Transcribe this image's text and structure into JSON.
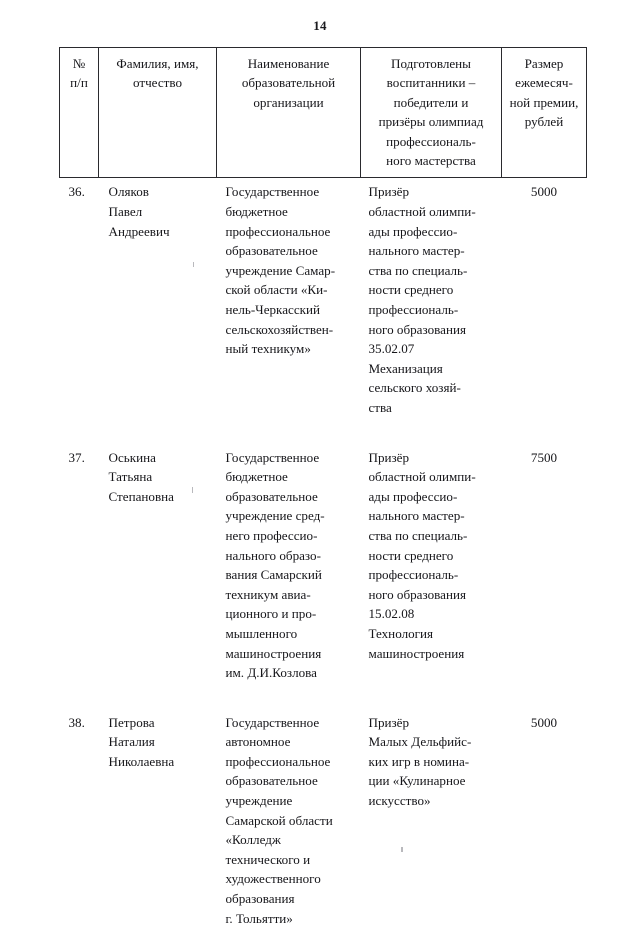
{
  "page": {
    "number": "14"
  },
  "table": {
    "columns": [
      {
        "key": "num",
        "header_lines": [
          "№",
          "п/п"
        ]
      },
      {
        "key": "name",
        "header_lines": [
          "Фамилия, имя,",
          "отчество"
        ]
      },
      {
        "key": "org",
        "header_lines": [
          "Наименование",
          "образовательной",
          "организации"
        ]
      },
      {
        "key": "ach",
        "header_lines": [
          "Подготовлены",
          "воспитанники –",
          "победители и",
          "призёры олимпиад",
          "профессиональ-",
          "ного мастерства"
        ]
      },
      {
        "key": "amount",
        "header_lines": [
          "Размер",
          "ежемесяч-",
          "ной премии,",
          "рублей"
        ]
      }
    ],
    "rows": [
      {
        "num": "36.",
        "name_lines": [
          "Оляков",
          "Павел",
          "Андреевич"
        ],
        "org_lines": [
          "Государственное",
          "бюджетное",
          "профессиональное",
          "образовательное",
          "учреждение Самар-",
          "ской области «Ки-",
          "нель-Черкасский",
          "сельскохозяйствен-",
          "ный техникум»"
        ],
        "ach_lines": [
          "Призёр",
          "областной олимпи-",
          "ады профессио-",
          "нального мастер-",
          "ства по специаль-",
          "ности среднего",
          "профессиональ-",
          "ного образования",
          "35.02.07",
          "Механизация",
          "сельского хозяй-",
          "ства"
        ],
        "amount": "5000"
      },
      {
        "num": "37.",
        "name_lines": [
          "Оськина",
          "Татьяна",
          "Степановна"
        ],
        "org_lines": [
          "Государственное",
          "бюджетное",
          "образовательное",
          "учреждение сред-",
          "него профессио-",
          "нального образо-",
          "вания Самарский",
          "техникум авиа-",
          "ционного и про-",
          "мышленного",
          "машиностроения",
          "им. Д.И.Козлова"
        ],
        "ach_lines": [
          "Призёр",
          "областной олимпи-",
          "ады профессио-",
          "нального мастер-",
          "ства по специаль-",
          "ности среднего",
          "профессиональ-",
          "ного образования",
          "15.02.08",
          "Технология",
          "машиностроения"
        ],
        "amount": "7500"
      },
      {
        "num": "38.",
        "name_lines": [
          "Петрова",
          "Наталия",
          "Николаевна"
        ],
        "org_lines": [
          "Государственное",
          "автономное",
          "профессиональное",
          "образовательное",
          "учреждение",
          "Самарской области",
          "«Колледж",
          "технического и",
          "художественного",
          "образования",
          "г. Тольятти»"
        ],
        "ach_lines": [
          "Призёр",
          "Малых Дельфийс-",
          "ких игр в номина-",
          "ции «Кулинарное",
          "искусство»"
        ],
        "amount": "5000"
      }
    ]
  }
}
